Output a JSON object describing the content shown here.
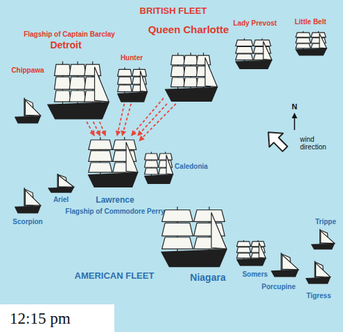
{
  "diagram": {
    "caption": "12:15 pm",
    "nodes": [
      {
        "text": [
          "Flagship of Captain Barclay",
          "Detroit"
        ]
      },
      {
        "text": [
          "Hunter"
        ]
      },
      {
        "text": [
          "Queen Charlotte"
        ]
      },
      {
        "text": [
          "Lady Prevost"
        ]
      },
      {
        "text": [
          "Little Belt"
        ]
      },
      {
        "text": [
          "Chippawa"
        ]
      },
      {
        "text": [
          "Lawrence",
          "Flagship of Commodore Perry"
        ]
      },
      {
        "text": [
          "Caledonia"
        ]
      },
      {
        "text": [
          "Scorpion"
        ]
      },
      {
        "text": [
          "Ariel"
        ]
      },
      {
        "text": [
          "Niagara"
        ]
      },
      {
        "text": [
          "Somers"
        ]
      },
      {
        "text": [
          "Porcupine"
        ]
      },
      {
        "text": [
          "Trippe"
        ]
      },
      {
        "text": [
          "Tigress"
        ]
      }
    ],
    "edges": [
      {
        "from": 0,
        "to": 6,
        "arrow": "to"
      },
      {
        "from": 0,
        "to": 6,
        "arrow": "to"
      },
      {
        "from": 0,
        "to": 6,
        "arrow": "to"
      },
      {
        "from": 1,
        "to": 6,
        "arrow": "to"
      },
      {
        "from": 1,
        "to": 6,
        "arrow": "to"
      },
      {
        "from": 2,
        "to": 6,
        "arrow": "to"
      },
      {
        "from": 2,
        "to": 6,
        "arrow": "to"
      },
      {
        "from": 2,
        "to": 6,
        "arrow": "to"
      }
    ],
    "labels": [
      "BRITISH FLEET",
      "N",
      "wind direction",
      "AMERICAN FLEET"
    ]
  }
}
